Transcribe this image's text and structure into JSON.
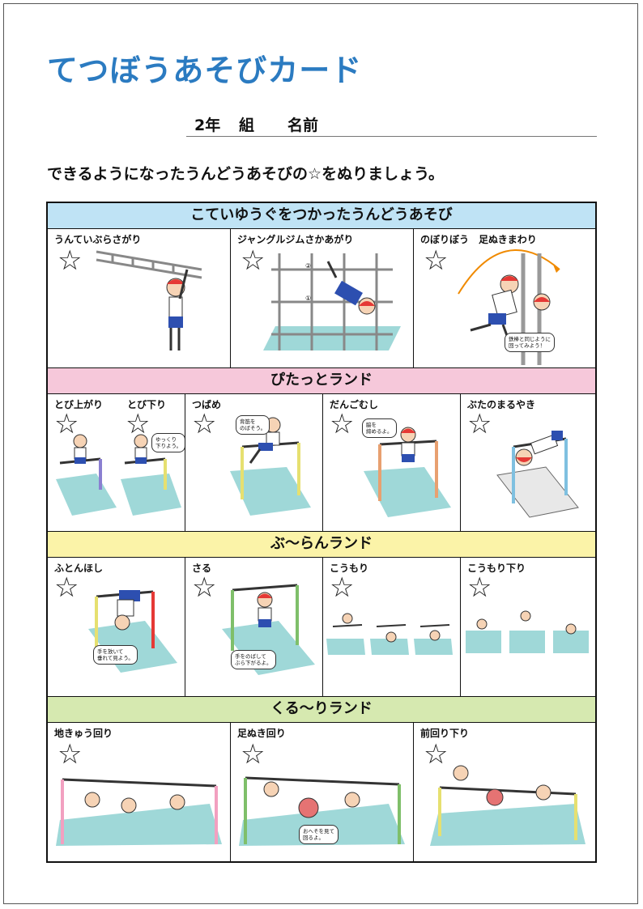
{
  "title": "てつぼうあそびカード",
  "name_line": {
    "grade": "2年",
    "class": "組",
    "name": "名前"
  },
  "instruction": "できるようになったうんどうあそびの☆をぬりましょう。",
  "star": "☆",
  "sections": [
    {
      "title": "こていゆうぐをつかったうんどうあそび",
      "color": "#bfe3f5",
      "items": [
        {
          "label": "うんていぶらさがり"
        },
        {
          "label": "ジャングルジムさかあがり",
          "marks": [
            "①",
            "②"
          ]
        },
        {
          "label": "のぼりぼう　足ぬきまわり",
          "bubble": "鉄棒と同じように\n回ってみよう！"
        }
      ]
    },
    {
      "title": "ぴたっとランド",
      "color": "#f6c8da",
      "items": [
        {
          "label": "とび上がり",
          "label2": "とび下り",
          "bubble": "ゆっくり\n下りよう。"
        },
        {
          "label": "つばめ",
          "bubble": "背筋を\nのばそう。"
        },
        {
          "label": "だんごむし",
          "bubble": "脇を\n締めるよ。"
        },
        {
          "label": "ぶたのまるやき"
        }
      ]
    },
    {
      "title": "ぶ～らんランド",
      "color": "#fbf3a8",
      "items": [
        {
          "label": "ふとんほし",
          "bubble": "手を放いて\n垂れて見よう。"
        },
        {
          "label": "さる",
          "bubble": "手をのばして\nぶら下がるよ。"
        },
        {
          "label": "こうもり"
        },
        {
          "label": "こうもり下り"
        }
      ]
    },
    {
      "title": "くる～りランド",
      "color": "#d6e9b0",
      "items": [
        {
          "label": "地きゅう回り"
        },
        {
          "label": "足ぬき回り",
          "bubble": "おへそを見て\n回るよ。"
        },
        {
          "label": "前回り下り"
        }
      ]
    }
  ]
}
